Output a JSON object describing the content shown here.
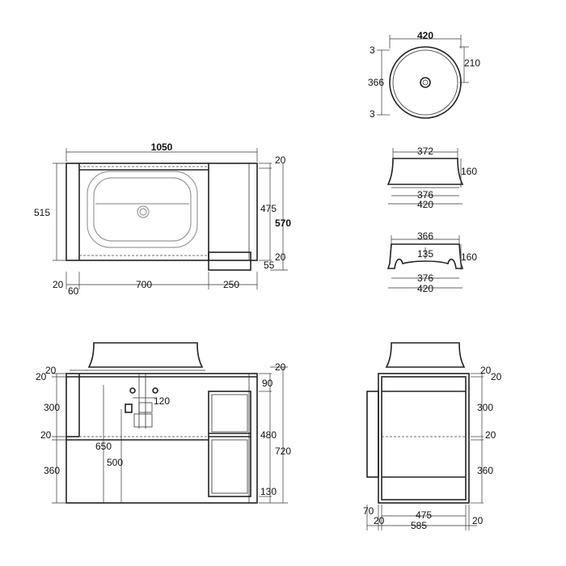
{
  "views": {
    "top_plan": {
      "width": "1050",
      "depth_inner": "515",
      "depth_basin": "475",
      "depth_total": "570",
      "right_top": "20",
      "right_bottom_a": "20",
      "right_bottom_b": "55",
      "bottom_left_a": "20",
      "bottom_left_b": "60",
      "bottom_mid": "700",
      "bottom_right": "250"
    },
    "basin_top": {
      "diameter": "420",
      "radius": "210",
      "inner": "366",
      "rim_top": "3",
      "rim_bottom": "3"
    },
    "basin_side": {
      "top": "372",
      "height": "160",
      "base": "376",
      "width": "420"
    },
    "basin_section": {
      "top": "366",
      "height": "160",
      "inner_depth": "135",
      "base": "376",
      "width": "420"
    },
    "front": {
      "top_gap_a": "20",
      "top_gap_b": "20",
      "drawer_top": "300",
      "divider": "20",
      "drawer_bottom": "360",
      "pipe_spacing": "120",
      "drain_height": "650",
      "waste_height": "500",
      "right_top": "20",
      "right_a": "90",
      "right_b": "480",
      "right_c": "130",
      "total_height": "720"
    },
    "side": {
      "top_a": "20",
      "top_b": "20",
      "upper": "300",
      "mid": "20",
      "lower": "360",
      "bottom_left": "70",
      "bottom_a": "20",
      "inner_depth": "475",
      "bottom_b": "20",
      "total_depth": "585"
    }
  }
}
